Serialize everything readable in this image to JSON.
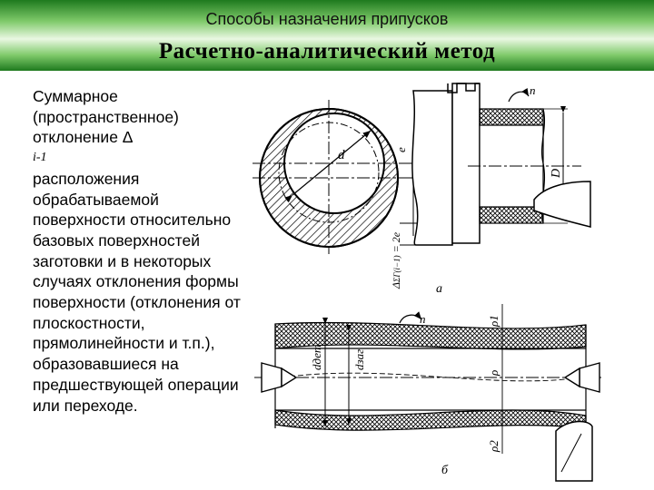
{
  "header": {
    "subtitle": "Способы назначения припусков",
    "title": "Расчетно-аналитический метод"
  },
  "body": {
    "lines": [
      "Суммарное",
      "(пространственное)",
      "отклонение Δ",
      "расположения",
      "обрабатываемой",
      "поверхности относительно",
      "базовых поверхностей",
      "заготовки и в некоторых",
      "случаях отклонения формы",
      "поверхности (отклонения от",
      "плоскостности,",
      "прямолинейности и т.п.),",
      "образовавшиеся на",
      "предшествующей операции",
      "или переходе."
    ],
    "delta_subscript": "i-1"
  },
  "figure": {
    "labels": {
      "d": "d",
      "e": "e",
      "two_e": "Δ",
      "two_e_sub": "ΣΓ(i−1)",
      "two_e_eq": " = 2e",
      "n_top": "n",
      "D": "D",
      "a": "а",
      "n_bottom": "n",
      "rho1": "ρ1",
      "rho": "ρ",
      "rho2": "ρ2",
      "d_det": "dдет",
      "d_zag": "dзаг",
      "b": "б"
    }
  }
}
